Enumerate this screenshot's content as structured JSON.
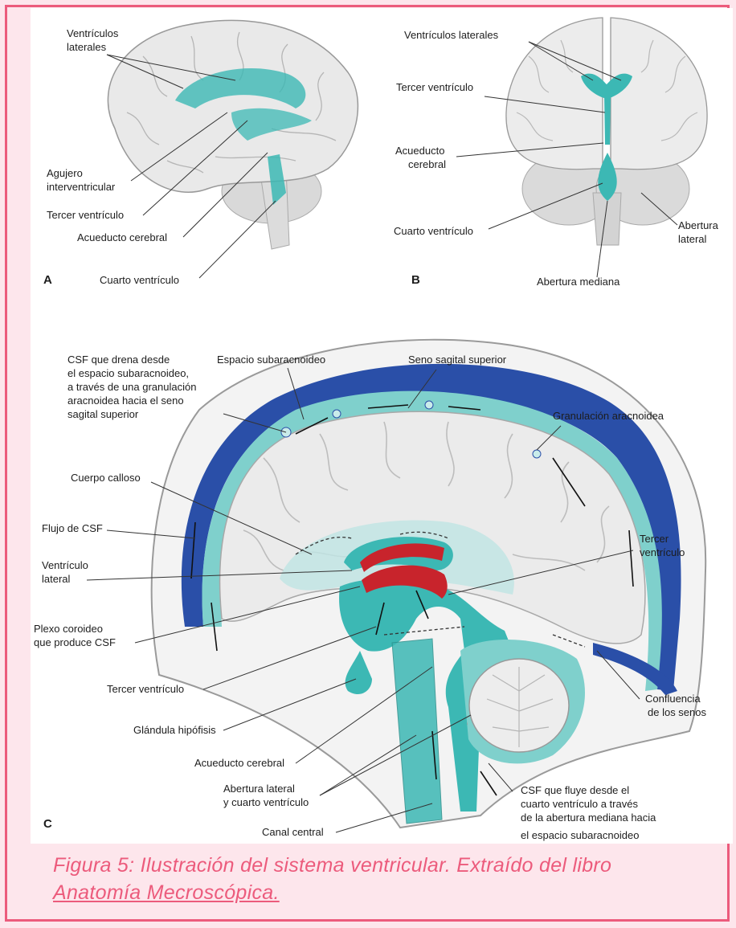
{
  "colors": {
    "frame_border": "#ec5b7c",
    "frame_background": "#fde6ec",
    "csf_teal": "#3cb8b4",
    "sinus_blue": "#2a4fa8",
    "choroid_red": "#c8242c",
    "brain_gray": "#e6e6e6"
  },
  "panelA": {
    "letter": "A",
    "labels": {
      "ventriculos_laterales_1": "Ventrículos",
      "ventriculos_laterales_2": "laterales",
      "agujero_1": "Agujero",
      "agujero_2": "interventricular",
      "tercer": "Tercer ventrículo",
      "acueducto": "Acueducto cerebral",
      "cuarto": "Cuarto ventrículo"
    }
  },
  "panelB": {
    "letter": "B",
    "labels": {
      "ventriculos_laterales": "Ventrículos laterales",
      "tercer": "Tercer ventrículo",
      "acueducto_1": "Acueducto",
      "acueducto_2": "cerebral",
      "cuarto": "Cuarto ventrículo",
      "abertura_lateral_1": "Abertura",
      "abertura_lateral_2": "lateral",
      "abertura_mediana": "Abertura mediana"
    }
  },
  "panelC": {
    "letter": "C",
    "labels": {
      "csf_drena_1": "CSF que drena desde",
      "csf_drena_2": "el espacio subaracnoideo,",
      "csf_drena_3": "a través de una granulación",
      "csf_drena_4": "aracnoidea hacia el seno",
      "csf_drena_5": "sagital superior",
      "espacio": "Espacio subaracnoideo",
      "seno": "Seno sagital superior",
      "granulacion": "Granulación aracnoidea",
      "cuerpo": "Cuerpo calloso",
      "flujo": "Flujo de CSF",
      "ventriculo_lateral_1": "Ventrículo",
      "ventriculo_lateral_2": "lateral",
      "tercer_right_1": "Tercer",
      "tercer_right_2": "ventrículo",
      "plexo_1": "Plexo coroideo",
      "plexo_2": "que produce CSF",
      "tercer_left": "Tercer ventrículo",
      "glandula": "Glándula hipófisis",
      "acueducto": "Acueducto cerebral",
      "abertura_1": "Abertura lateral",
      "abertura_2": "y cuarto ventrículo",
      "canal": "Canal central",
      "confluencia_1": "Confluencia",
      "confluencia_2": "de los senos",
      "csf_fluye_1": "CSF que fluye desde el",
      "csf_fluye_2": "cuarto ventrículo a través",
      "csf_fluye_3": "de la abertura mediana hacia",
      "csf_fluye_4": "el espacio subaracnoideo"
    }
  },
  "caption": {
    "text": "Figura 5: Ilustración del sistema ventricular. Extraído del libro",
    "link": "Anatomía Mecroscópica."
  }
}
